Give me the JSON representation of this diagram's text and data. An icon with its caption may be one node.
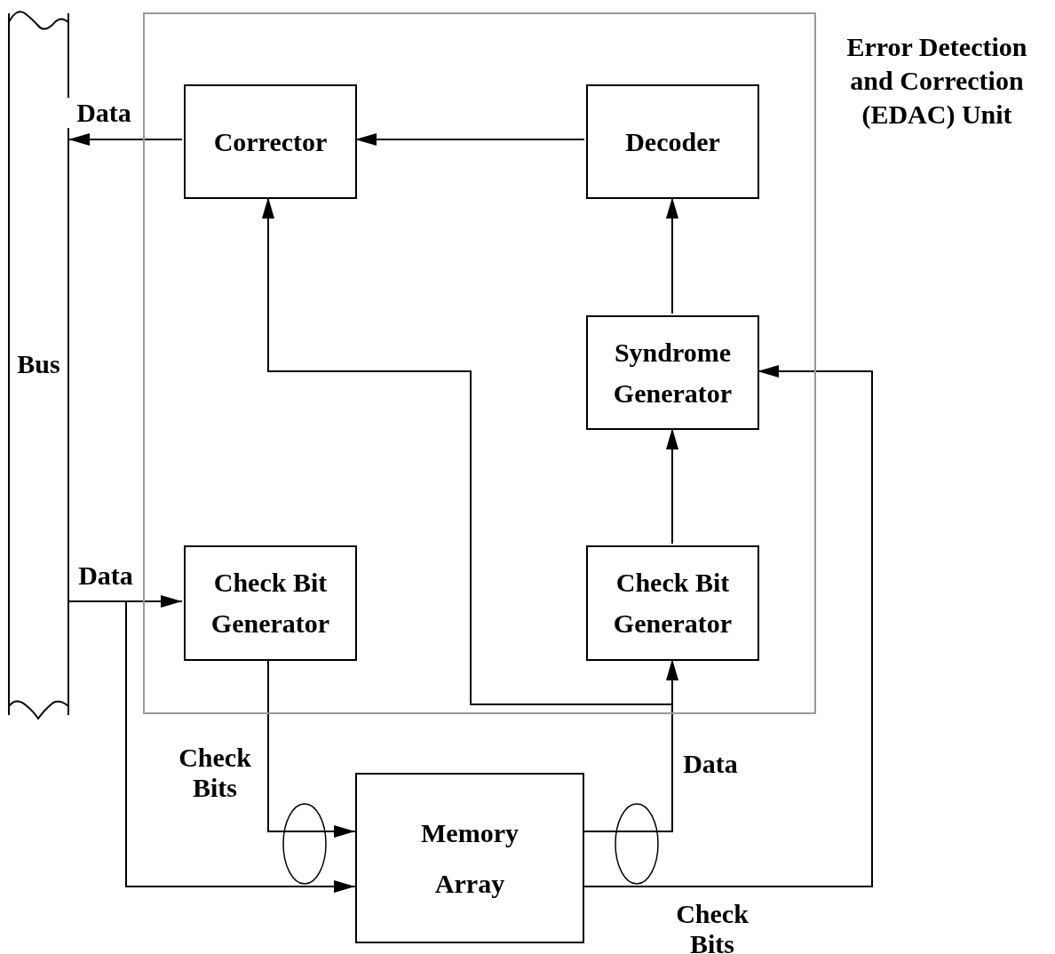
{
  "diagram": {
    "nodes": [
      {
        "text": [
          "Error Detection and Correction (EDAC) Unit"
        ]
      },
      {
        "text": [
          "Bus"
        ]
      },
      {
        "text": [
          "Corrector"
        ],
        "in": 0
      },
      {
        "text": [
          "Decoder"
        ],
        "in": 0
      },
      {
        "text": [
          "Syndrome Generator"
        ],
        "in": 0
      },
      {
        "text": [
          "Check Bit Generator"
        ],
        "in": 0
      },
      {
        "text": [
          "Check Bit Generator"
        ],
        "in": 0
      },
      {
        "text": [
          "Memory Array"
        ]
      }
    ],
    "edges": [
      {
        "from": 3,
        "to": 2,
        "arrow": "to"
      },
      {
        "from": 2,
        "to": 1,
        "arrow": "to",
        "label": "Data"
      },
      {
        "from": 4,
        "to": 3,
        "arrow": "to"
      },
      {
        "from": 6,
        "to": 4,
        "arrow": "to"
      },
      {
        "from": 1,
        "to": 5,
        "arrow": "to",
        "label": "Data"
      },
      {
        "from": 1,
        "to": 7,
        "arrow": "to"
      },
      {
        "from": 5,
        "to": 7,
        "arrow": "to",
        "label": "Check Bits"
      },
      {
        "from": 7,
        "to": 6,
        "arrow": "to",
        "label": "Data"
      },
      {
        "from": 7,
        "to": 2,
        "arrow": "to"
      },
      {
        "from": 7,
        "to": 4,
        "arrow": "to",
        "label": "Check Bits"
      }
    ]
  }
}
